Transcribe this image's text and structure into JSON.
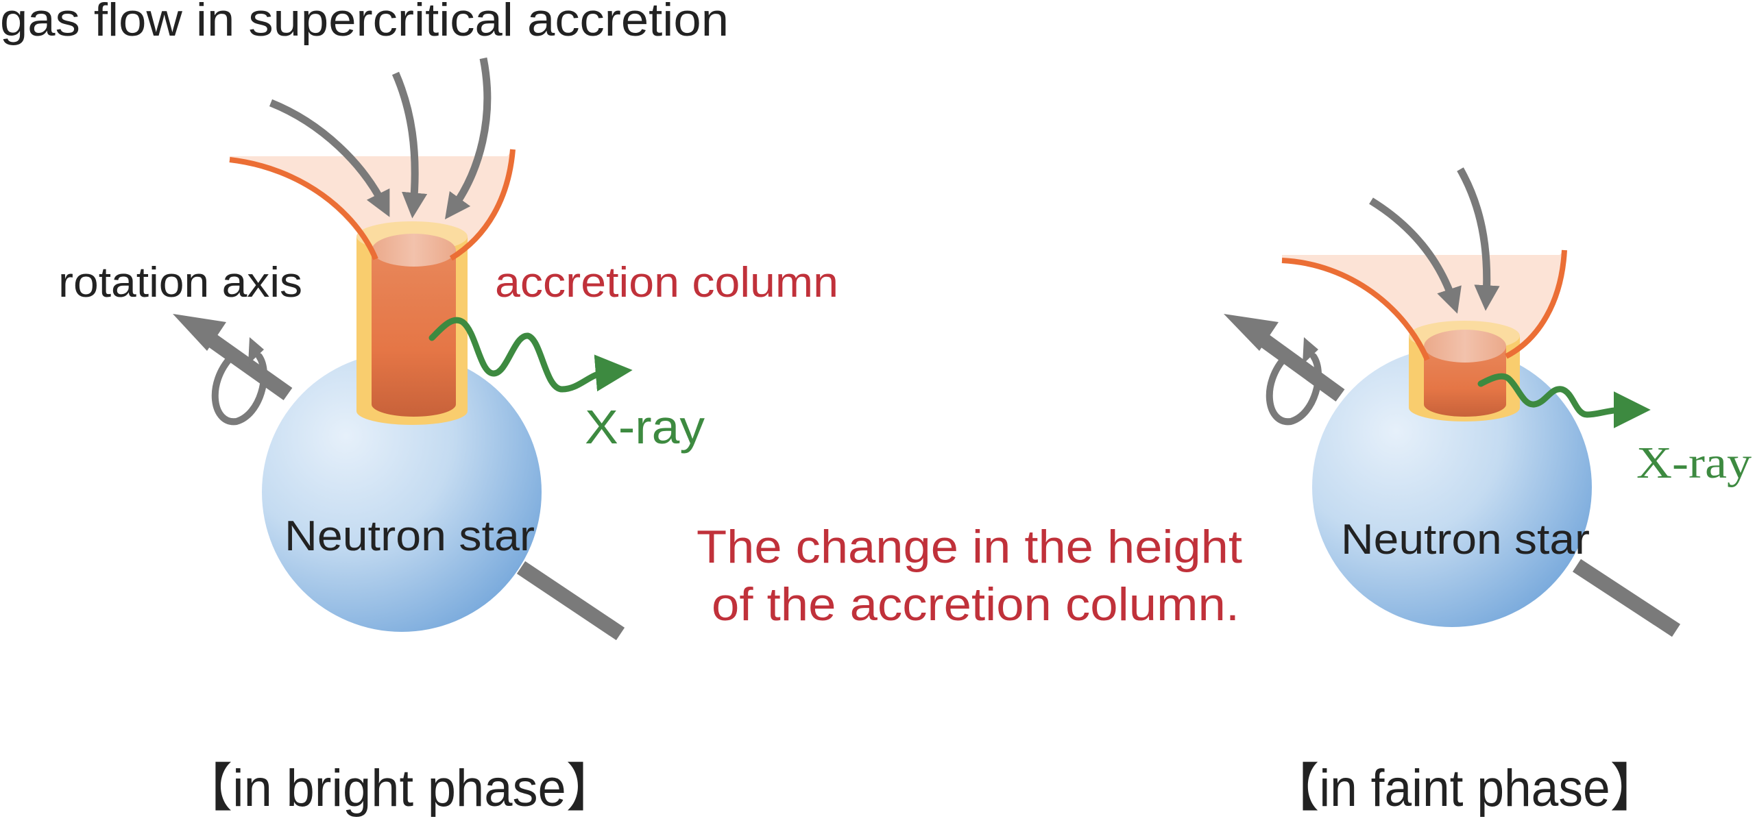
{
  "diagram": {
    "title": "gas flow in supercritical accretion",
    "center_caption": {
      "line1": "The change in the height",
      "line2": "of the accretion column."
    },
    "bright_phase": {
      "label": "【in bright phase】",
      "rotation_axis_label": "rotation axis",
      "accretion_column_label": "accretion column",
      "xray_label": "X-ray",
      "star_label": "Neutron star"
    },
    "faint_phase": {
      "label": "【in faint phase】",
      "xray_label": "X-ray",
      "star_label": "Neutron star"
    },
    "colors": {
      "text_dark": "#222222",
      "text_red": "#C0313A",
      "xray_green": "#3D8A40",
      "arrow_gray": "#7A7A7A",
      "funnel_line": "#EB6E35",
      "funnel_fill": "#FCE3D6",
      "column_outer": "#F9CD6E",
      "column_inner": "#E57646",
      "star_light": "#E6F0FA",
      "star_dark": "#6FA3D9"
    }
  }
}
